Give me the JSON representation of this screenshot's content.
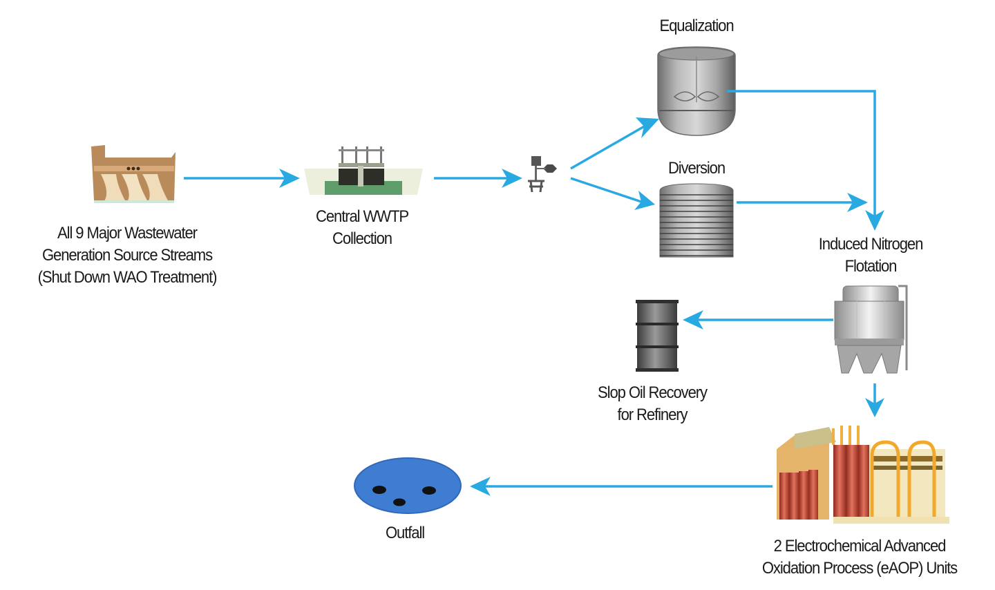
{
  "diagram": {
    "title": "Wastewater treatment process flow",
    "arrow_color": "#29a9e1",
    "nodes": {
      "source": {
        "lines": [
          "All 9 Major Wastewater",
          "Generation Source Streams",
          "(Shut Down WAO Treatment)"
        ],
        "icon": "wastewater-source-icon"
      },
      "collection": {
        "lines": [
          "Central WWTP",
          "Collection"
        ],
        "icon": "wwtp-collection-icon"
      },
      "valve": {
        "icon": "diverter-valve-icon"
      },
      "equalization": {
        "lines": [
          "Equalization"
        ],
        "icon": "equalization-tank-icon"
      },
      "diversion": {
        "lines": [
          "Diversion"
        ],
        "icon": "diversion-tank-icon"
      },
      "flotation": {
        "lines": [
          "Induced Nitrogen",
          "Flotation"
        ],
        "icon": "flotation-unit-icon"
      },
      "slop_oil": {
        "lines": [
          "Slop Oil Recovery",
          "for Refinery"
        ],
        "icon": "oil-drum-icon"
      },
      "eaop": {
        "lines": [
          "2 Electrochemical Advanced",
          "Oxidation Process (eAOP) Units"
        ],
        "icon": "eaop-unit-icon"
      },
      "outfall": {
        "lines": [
          "Outfall"
        ],
        "icon": "outfall-pond-icon"
      }
    },
    "edges": [
      {
        "from": "source",
        "to": "collection"
      },
      {
        "from": "collection",
        "to": "valve"
      },
      {
        "from": "valve",
        "to": "equalization"
      },
      {
        "from": "valve",
        "to": "diversion"
      },
      {
        "from": "equalization",
        "to": "flotation"
      },
      {
        "from": "diversion",
        "to": "flotation"
      },
      {
        "from": "flotation",
        "to": "slop_oil"
      },
      {
        "from": "flotation",
        "to": "eaop"
      },
      {
        "from": "eaop",
        "to": "outfall"
      }
    ]
  }
}
